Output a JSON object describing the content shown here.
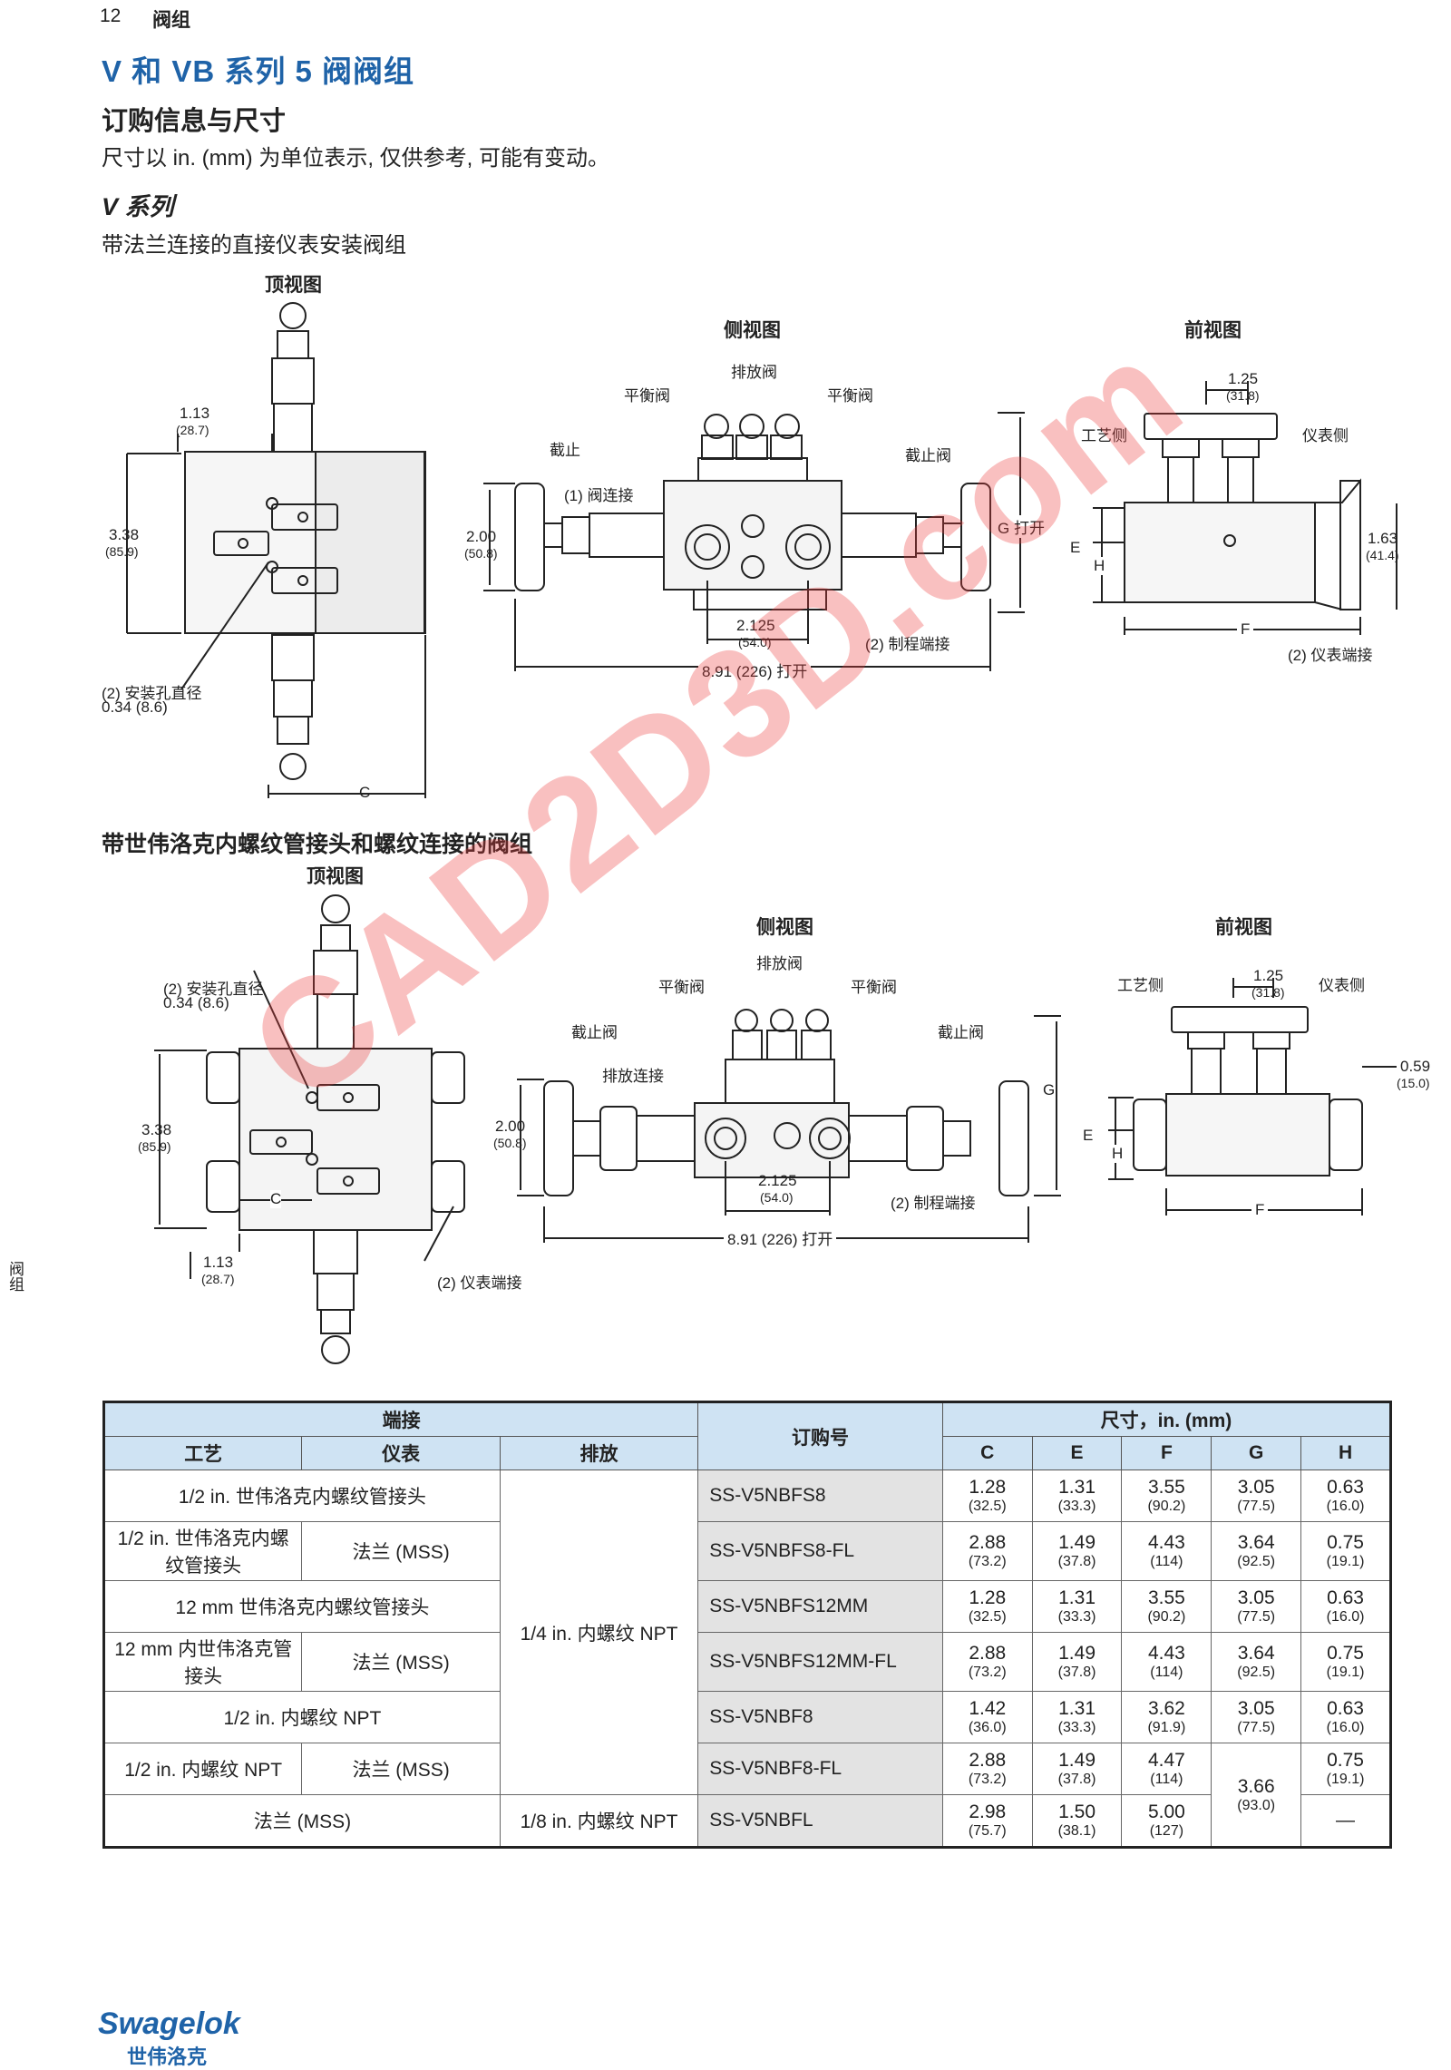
{
  "header": {
    "page_number": "12",
    "section": "阀组"
  },
  "title": "V 和 VB 系列 5 阀阀组",
  "ordering_heading": "订购信息与尺寸",
  "dimension_note": "尺寸以 in. (mm) 为单位表示, 仅供参考, 可能有变动。",
  "v_series_heading": "V 系列",
  "flange_subheading": "带法兰连接的直接仪表安装阀组",
  "tube_subheading": "带世伟洛克内螺纹管接头和螺纹连接的阀组",
  "side_tab": "阀组",
  "diagram1": {
    "top_view": "顶视图",
    "side_view": "侧视图",
    "front_view": "前视图",
    "dim_1_13": "1.13",
    "dim_1_13_mm": "(28.7)",
    "dim_3_38": "3.38",
    "dim_3_38_mm": "(85.9)",
    "mount_hole": "(2) 安装孔直径",
    "mount_hole_dim": "0.34 (8.6)",
    "label_c": "C",
    "shutoff_left": "截止",
    "balance_left": "平衡阀",
    "drain": "排放阀",
    "balance_right": "平衡阀",
    "shutoff_right": "截止阀",
    "valve_conn": "(1) 阀连接",
    "dim_2_00": "2.00",
    "dim_2_00_mm": "(50.8)",
    "dim_2_125": "2.125",
    "dim_2_125_mm": "(54.0)",
    "process_end": "(2) 制程端接",
    "dim_8_91": "8.91 (226) 打开",
    "g_open": "G 打开",
    "dim_1_25": "1.25",
    "dim_1_25_mm": "(31.8)",
    "process_side": "工艺侧",
    "instrument_side": "仪表侧",
    "label_e": "E",
    "label_h": "H",
    "label_f": "F",
    "dim_1_63": "1.63",
    "dim_1_63_mm": "(41.4)",
    "instrument_end": "(2) 仪表端接"
  },
  "diagram2": {
    "top_view": "顶视图",
    "side_view": "侧视图",
    "front_view": "前视图",
    "mount_hole": "(2) 安装孔直径",
    "mount_hole_dim": "0.34 (8.6)",
    "dim_3_38": "3.38",
    "dim_3_38_mm": "(85.9)",
    "label_c": "C",
    "dim_1_13": "1.13",
    "dim_1_13_mm": "(28.7)",
    "instrument_end": "(2) 仪表端接",
    "drain": "排放阀",
    "balance_left": "平衡阀",
    "balance_right": "平衡阀",
    "shutoff_left": "截止阀",
    "shutoff_right": "截止阀",
    "drain_conn": "排放连接",
    "dim_2_00": "2.00",
    "dim_2_00_mm": "(50.8)",
    "dim_2_125": "2.125",
    "dim_2_125_mm": "(54.0)",
    "process_end": "(2) 制程端接",
    "dim_8_91": "8.91 (226) 打开",
    "label_g": "G",
    "process_side": "工艺侧",
    "instrument_side": "仪表侧",
    "dim_1_25": "1.25",
    "dim_1_25_mm": "(31.8)",
    "dim_0_59": "0.59",
    "dim_0_59_mm": "(15.0)",
    "label_e": "E",
    "label_h": "H",
    "label_f": "F"
  },
  "table": {
    "end_conn": "端接",
    "process": "工艺",
    "instrument": "仪表",
    "drain": "排放",
    "order_no": "订购号",
    "dims": "尺寸，in. (mm)",
    "cols": [
      "C",
      "E",
      "F",
      "G",
      "H"
    ],
    "rows": [
      {
        "process": "1/2 in. 世伟洛克内螺纹管接头",
        "instrument": "",
        "order": "SS-V5NBFS8",
        "C": "1.28",
        "Cm": "(32.5)",
        "E": "1.31",
        "Em": "(33.3)",
        "F": "3.55",
        "Fm": "(90.2)",
        "G": "3.05",
        "Gm": "(77.5)",
        "H": "0.63",
        "Hm": "(16.0)"
      },
      {
        "process": "1/2 in. 世伟洛克内螺纹管接头",
        "instrument": "法兰 (MSS)",
        "order": "SS-V5NBFS8-FL",
        "C": "2.88",
        "Cm": "(73.2)",
        "E": "1.49",
        "Em": "(37.8)",
        "F": "4.43",
        "Fm": "(114)",
        "G": "3.64",
        "Gm": "(92.5)",
        "H": "0.75",
        "Hm": "(19.1)"
      },
      {
        "process": "12 mm 世伟洛克内螺纹管接头",
        "instrument": "",
        "order": "SS-V5NBFS12MM",
        "C": "1.28",
        "Cm": "(32.5)",
        "E": "1.31",
        "Em": "(33.3)",
        "F": "3.55",
        "Fm": "(90.2)",
        "G": "3.05",
        "Gm": "(77.5)",
        "H": "0.63",
        "Hm": "(16.0)"
      },
      {
        "process": "12 mm 内世伟洛克管接头",
        "instrument": "法兰 (MSS)",
        "order": "SS-V5NBFS12MM-FL",
        "C": "2.88",
        "Cm": "(73.2)",
        "E": "1.49",
        "Em": "(37.8)",
        "F": "4.43",
        "Fm": "(114)",
        "G": "3.64",
        "Gm": "(92.5)",
        "H": "0.75",
        "Hm": "(19.1)"
      },
      {
        "process": "1/2 in. 内螺纹 NPT",
        "instrument": "",
        "order": "SS-V5NBF8",
        "C": "1.42",
        "Cm": "(36.0)",
        "E": "1.31",
        "Em": "(33.3)",
        "F": "3.62",
        "Fm": "(91.9)",
        "G": "3.05",
        "Gm": "(77.5)",
        "H": "0.63",
        "Hm": "(16.0)"
      },
      {
        "process": "1/2 in. 内螺纹 NPT",
        "instrument": "法兰 (MSS)",
        "order": "SS-V5NBF8-FL",
        "C": "2.88",
        "Cm": "(73.2)",
        "E": "1.49",
        "Em": "(37.8)",
        "F": "4.47",
        "Fm": "(114)",
        "G": "3.66",
        "Gm": "(93.0)",
        "H": "0.75",
        "Hm": "(19.1)"
      },
      {
        "process": "法兰 (MSS)",
        "instrument": "",
        "order": "SS-V5NBFL",
        "C": "2.98",
        "Cm": "(75.7)",
        "E": "1.50",
        "Em": "(38.1)",
        "F": "5.00",
        "Fm": "(127)",
        "G": "",
        "Gm": "",
        "H": "—",
        "Hm": ""
      }
    ],
    "drain_npt": "1/4 in. 内螺纹 NPT",
    "drain_npt_small": "1/8 in. 内螺纹 NPT"
  },
  "watermark": "CAD2D3D.com",
  "logo": {
    "brand": "Swagelok",
    "cn": "世伟洛克"
  }
}
